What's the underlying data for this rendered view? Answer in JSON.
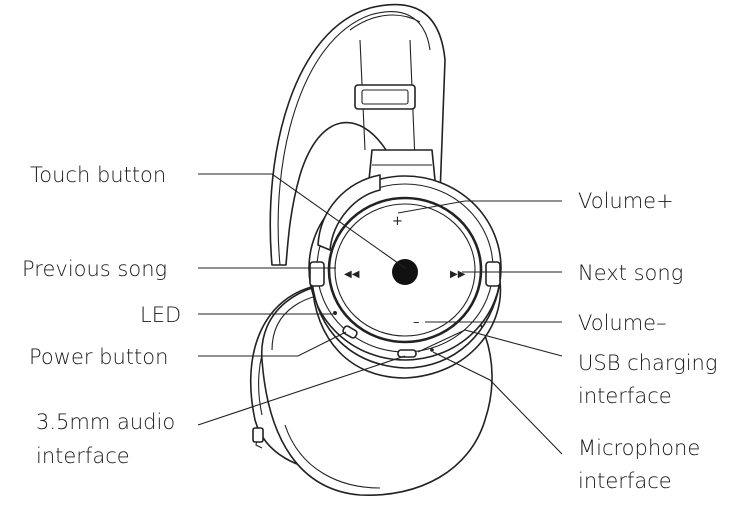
{
  "labels": {
    "touch_button": "Touch button",
    "previous_song": "Previous song",
    "led": "LED",
    "power_button": "Power button",
    "audio_interface_line1": "3.5mm audio",
    "audio_interface_line2": "interface",
    "volume_up": "Volume+",
    "next_song": "Next song",
    "volume_down": "Volume–",
    "usb_line1": "USB charging",
    "usb_line2": "interface",
    "mic_line1": "Microphone",
    "mic_line2": "interface"
  },
  "earcup_symbols": {
    "plus": "+",
    "minus": "–",
    "previous": "◀◀",
    "next": "▶▶"
  }
}
